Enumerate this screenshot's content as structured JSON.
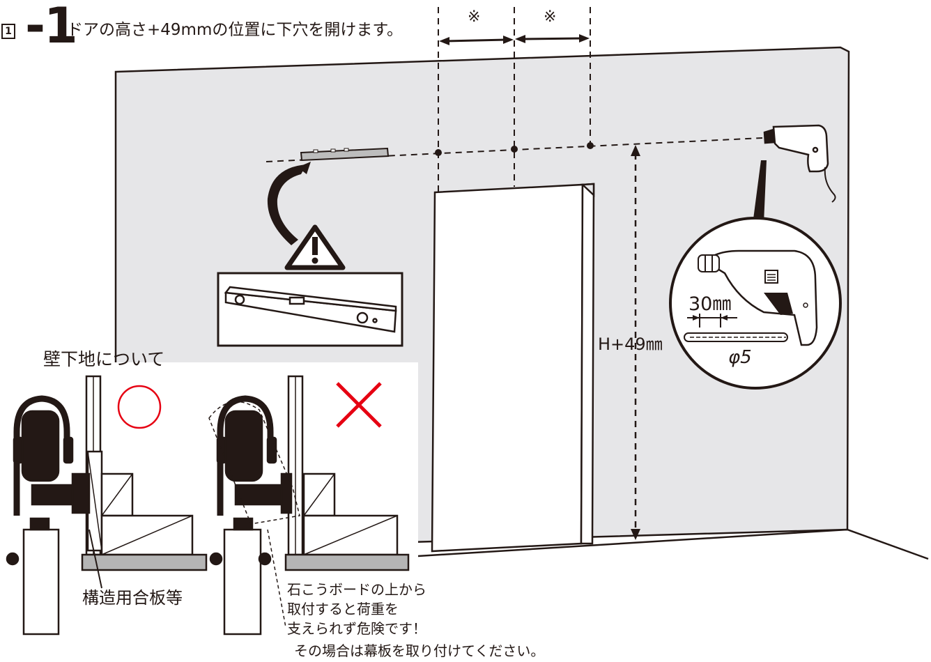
{
  "step": {
    "box_number": "1",
    "number": "-1",
    "instruction": "ドアの高さ+49mmの位置に下穴を開けます。"
  },
  "spacing_marks": [
    "※",
    "※"
  ],
  "height_label": "H+49㎜",
  "drill_detail": {
    "depth_label": "30㎜",
    "diameter_label": "φ5"
  },
  "subsection": {
    "title": "壁下地について",
    "good_mark": "○",
    "bad_mark": "×",
    "plywood_label": "構造用合板等",
    "warning_lines": [
      "石こうボードの上から",
      "取付すると荷重を",
      "支えられず危険です！"
    ],
    "note": "その場合は幕板を取り付けてください。"
  },
  "colors": {
    "wall": "#e6e6e8",
    "outline": "#231815",
    "good": "#e60012",
    "bad": "#e60012",
    "rail": "#bdbdbd",
    "floor": "#b5b5b5"
  },
  "icons": [
    "warning-icon",
    "spirit-level-icon",
    "drill-icon",
    "drill-bit-icon",
    "hanger-wheel-icon"
  ]
}
